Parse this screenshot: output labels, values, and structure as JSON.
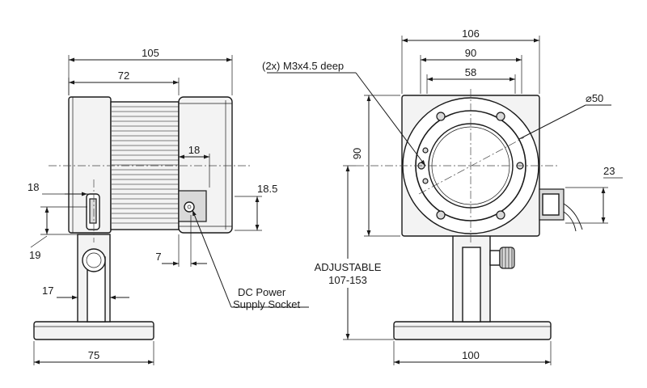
{
  "drawing": {
    "side_view": {
      "dims": {
        "overall_width": "105",
        "head_width": "72",
        "socket_offset": "18",
        "socket_height": "18.5",
        "socket_depth": "7",
        "switch_offset": "18",
        "post_height": "19",
        "post_offset": "17",
        "base_width": "75"
      },
      "callout": {
        "line1": "DC Power",
        "line2": "Supply Socket"
      }
    },
    "front_view": {
      "dims": {
        "overall_width": "106",
        "flange_width": "90",
        "hole_spacing": "58",
        "aperture_diameter": "⌀50",
        "height": "90",
        "connector_height": "23",
        "base_width": "100"
      },
      "callout": {
        "mount_holes": "(2x) M3x4.5 deep",
        "adjustable_line1": "ADJUSTABLE",
        "adjustable_line2": "107-153"
      }
    }
  }
}
